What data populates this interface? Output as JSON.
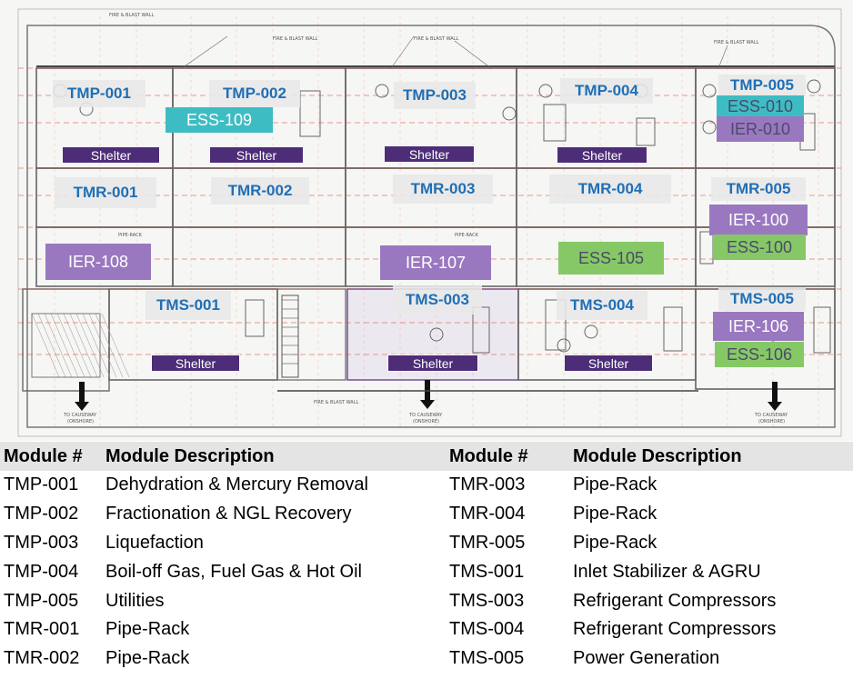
{
  "plan": {
    "modules": [
      {
        "id": "tmp001",
        "text": "TMP-001"
      },
      {
        "id": "tmp002",
        "text": "TMP-002"
      },
      {
        "id": "tmp003",
        "text": "TMP-003"
      },
      {
        "id": "tmp004",
        "text": "TMP-004"
      },
      {
        "id": "tmp005",
        "text": "TMP-005"
      },
      {
        "id": "tmr001",
        "text": "TMR-001"
      },
      {
        "id": "tmr002",
        "text": "TMR-002"
      },
      {
        "id": "tmr003",
        "text": "TMR-003"
      },
      {
        "id": "tmr004",
        "text": "TMR-004"
      },
      {
        "id": "tmr005",
        "text": "TMR-005"
      },
      {
        "id": "tms001",
        "text": "TMS-001"
      },
      {
        "id": "tms003",
        "text": "TMS-003"
      },
      {
        "id": "tms004",
        "text": "TMS-004"
      },
      {
        "id": "tms005",
        "text": "TMS-005"
      }
    ],
    "shelter_label": "Shelter",
    "electrical": [
      {
        "id": "ess109",
        "text": "ESS-109"
      },
      {
        "id": "ess010",
        "text": "ESS-010"
      },
      {
        "id": "ier010",
        "text": "IER-010"
      },
      {
        "id": "ier100",
        "text": "IER-100"
      },
      {
        "id": "ess100",
        "text": "ESS-100"
      },
      {
        "id": "ier108",
        "text": "IER-108"
      },
      {
        "id": "ier107",
        "text": "IER-107"
      },
      {
        "id": "ess105",
        "text": "ESS-105"
      },
      {
        "id": "ier106",
        "text": "IER-106"
      },
      {
        "id": "ess106",
        "text": "ESS-106"
      }
    ],
    "small_text": {
      "fire_wall": "FIRE & BLAST WALL",
      "to_causeway_1": "TO CAUSEWAY",
      "to_causeway_2": "(ONSHORE)",
      "pipe_rack": "PIPE-RACK"
    },
    "colors": {
      "module_text": "#1f6fb5",
      "shelter": "#4d2d78",
      "ier": "#9a78c0",
      "ess_green": "#86c866",
      "ess_teal": "#3ebcc4",
      "grid_red": "#e0462c"
    }
  },
  "legend": {
    "headers": [
      "Module #",
      "Module Description",
      "Module #",
      "Module Description"
    ],
    "rows": [
      [
        "TMP-001",
        "Dehydration & Mercury Removal",
        "TMR-003",
        "Pipe-Rack"
      ],
      [
        "TMP-002",
        "Fractionation & NGL Recovery",
        "TMR-004",
        "Pipe-Rack"
      ],
      [
        "TMP-003",
        "Liquefaction",
        "TMR-005",
        "Pipe-Rack"
      ],
      [
        "TMP-004",
        "Boil-off Gas, Fuel Gas & Hot Oil",
        "TMS-001",
        "Inlet Stabilizer & AGRU"
      ],
      [
        "TMP-005",
        "Utilities",
        "TMS-003",
        "Refrigerant Compressors"
      ],
      [
        "TMR-001",
        "Pipe-Rack",
        "TMS-004",
        "Refrigerant Compressors"
      ],
      [
        "TMR-002",
        "Pipe-Rack",
        "TMS-005",
        "Power Generation"
      ]
    ]
  }
}
